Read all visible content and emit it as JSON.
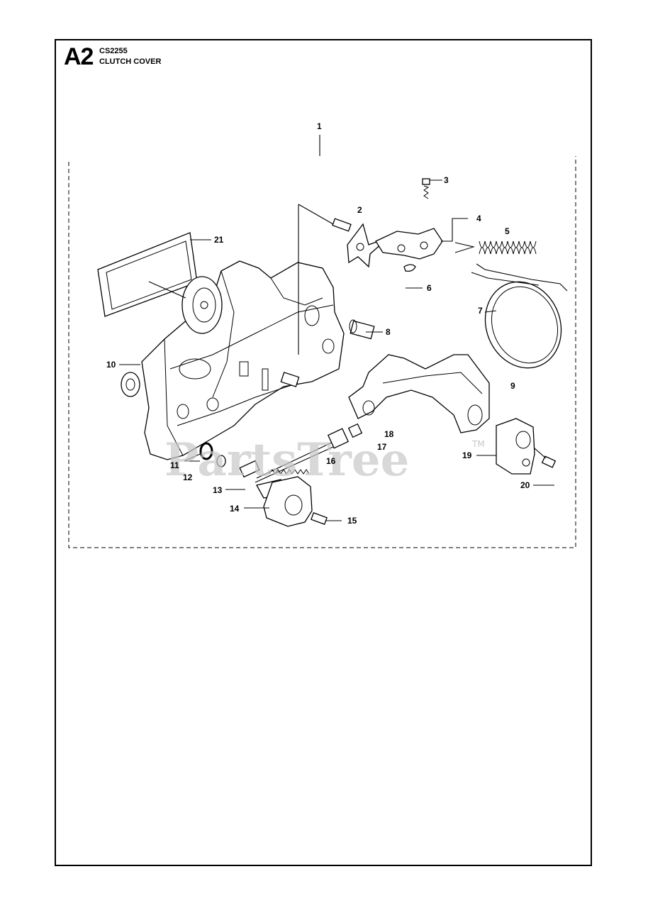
{
  "header": {
    "section_code": "A2",
    "model": "CS2255",
    "title": "CLUTCH COVER"
  },
  "callouts": [
    "1",
    "2",
    "3",
    "4",
    "5",
    "6",
    "7",
    "8",
    "9",
    "10",
    "11",
    "12",
    "13",
    "14",
    "15",
    "16",
    "17",
    "18",
    "19",
    "20",
    "21"
  ],
  "watermark": {
    "text": "PartsTree",
    "tm": "TM"
  }
}
